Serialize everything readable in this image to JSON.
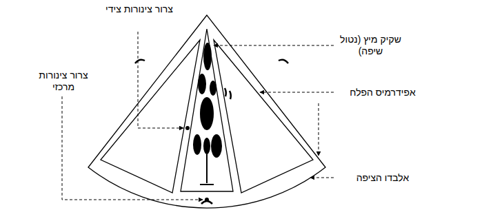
{
  "diagram": {
    "labels": [
      "צרור צינורות צידי",
      "שקיק מיץ (נטול שיפה)",
      "צרור צינורות מרכזי",
      "אפידרמיס הפלח",
      "אלבדו הציפה"
    ]
  }
}
